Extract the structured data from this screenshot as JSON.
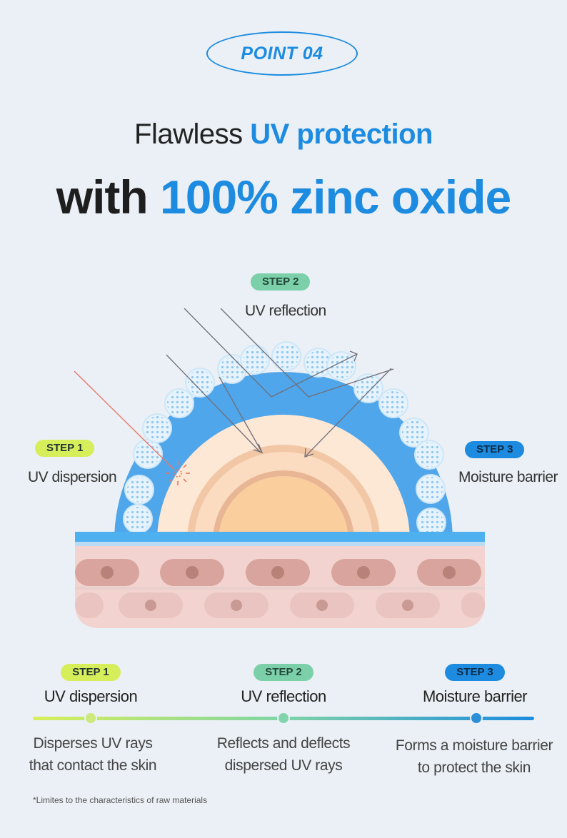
{
  "point_badge": "POINT 04",
  "headline": {
    "line1_plain": "Flawless ",
    "line1_highlight": "UV protection",
    "line2_plain": "with ",
    "line2_highlight": "100% zinc oxide"
  },
  "diagram": {
    "step1_pill": "STEP 1",
    "step1_label": "UV dispersion",
    "step2_pill": "STEP 2",
    "step2_label": "UV reflection",
    "step3_pill": "STEP 3",
    "step3_label": "Moisture barrier"
  },
  "timeline": {
    "steps": [
      {
        "pill": "STEP 1",
        "title": "UV dispersion",
        "desc_line1": "Disperses UV rays",
        "desc_line2": "that contact the skin"
      },
      {
        "pill": "STEP 2",
        "title": "UV reflection",
        "desc_line1": "Reflects and deflects",
        "desc_line2": "dispersed UV rays"
      },
      {
        "pill": "STEP 3",
        "title": "Moisture barrier",
        "desc_line1": "Forms a moisture barrier",
        "desc_line2": "to protect the skin"
      }
    ]
  },
  "footnote": "*Limites to the characteristics of raw materials",
  "colors": {
    "accent_blue": "#1c8be0",
    "step1_green": "#d7ee5b",
    "step2_green": "#7bd0a9",
    "step3_blue": "#1c8be0"
  }
}
